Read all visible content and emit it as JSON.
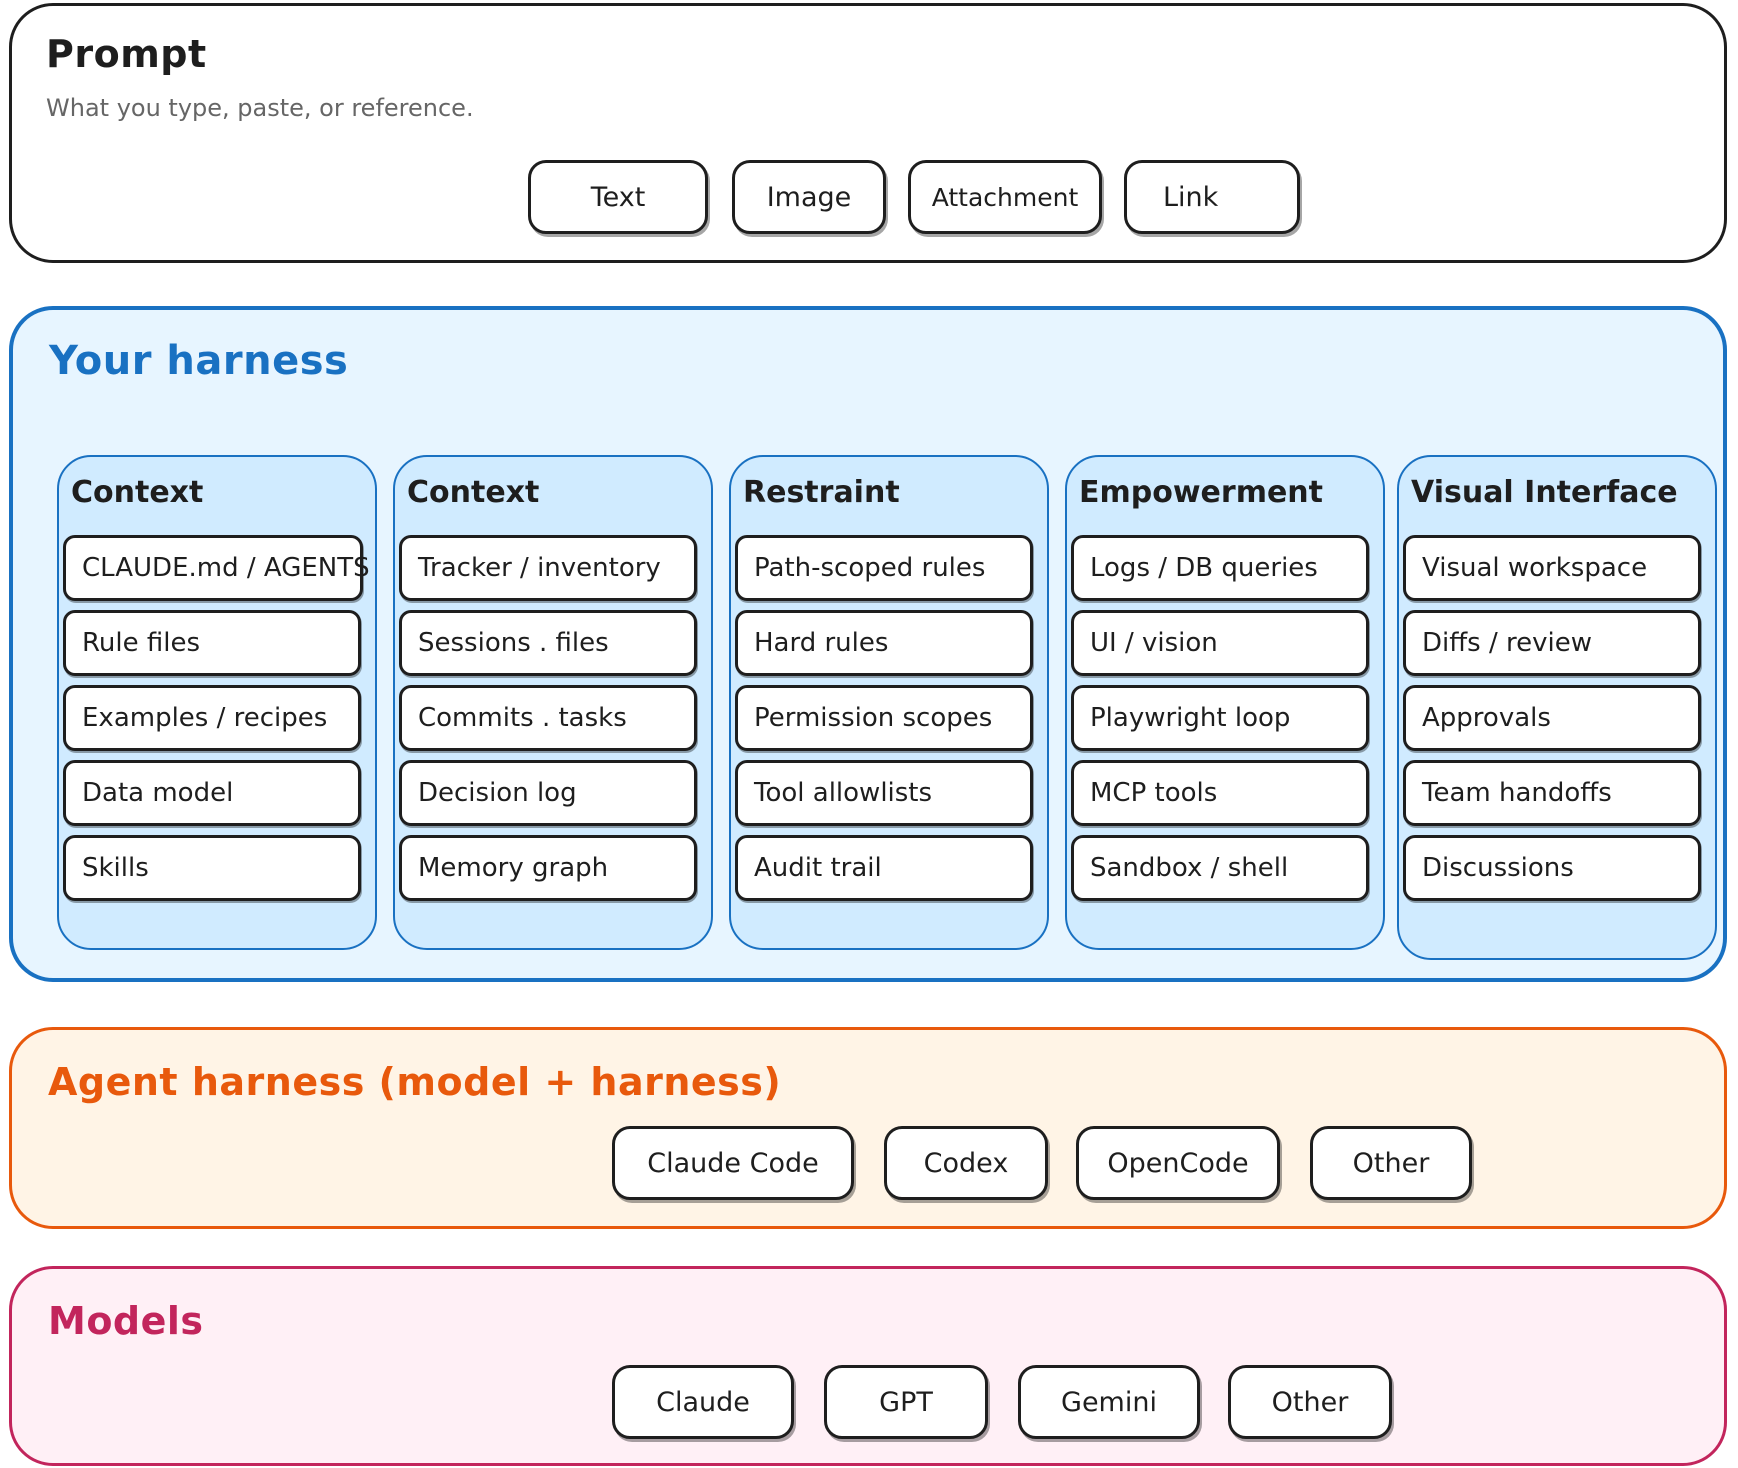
{
  "colors": {
    "prompt_border": "#1e1e1e",
    "harness_border": "#1971c2",
    "harness_fill": "#e7f5ff",
    "column_fill": "#d0ebff",
    "agent_border": "#e8590c",
    "agent_fill": "#fff4e6",
    "models_border": "#c2255c",
    "models_fill": "#fff0f6"
  },
  "prompt": {
    "title": "Prompt",
    "subtitle": "What you type, paste, or reference.",
    "items": [
      "Text",
      "Image",
      "Attachment",
      "Link"
    ]
  },
  "harness": {
    "title": "Your harness",
    "columns": [
      {
        "title": "Context",
        "items": [
          "CLAUDE.md / AGENTS",
          "Rule files",
          "Examples / recipes",
          "Data model",
          "Skills"
        ]
      },
      {
        "title": "Context",
        "items": [
          "Tracker / inventory",
          "Sessions . files",
          "Commits . tasks",
          "Decision log",
          "Memory graph"
        ]
      },
      {
        "title": "Restraint",
        "items": [
          "Path-scoped rules",
          "Hard rules",
          "Permission scopes",
          "Tool allowlists",
          "Audit trail"
        ]
      },
      {
        "title": "Empowerment",
        "items": [
          "Logs / DB queries",
          "UI / vision",
          "Playwright loop",
          "MCP tools",
          "Sandbox / shell"
        ]
      },
      {
        "title": "Visual Interface",
        "items": [
          "Visual workspace",
          "Diffs / review",
          "Approvals",
          "Team handoffs",
          "Discussions"
        ]
      }
    ]
  },
  "agent": {
    "title": "Agent harness  (model + harness)",
    "items": [
      "Claude Code",
      "Codex",
      "OpenCode",
      "Other"
    ]
  },
  "models": {
    "title": "Models",
    "items": [
      "Claude",
      "GPT",
      "Gemini",
      "Other"
    ]
  }
}
